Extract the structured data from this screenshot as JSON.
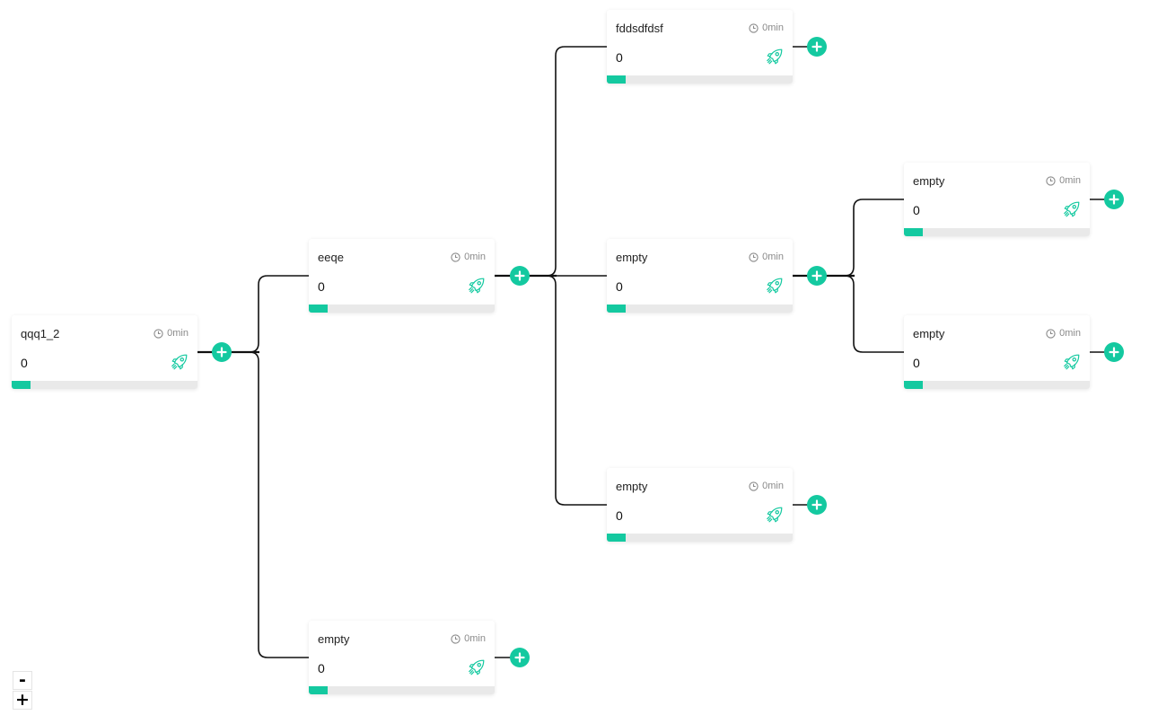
{
  "colors": {
    "accent": "#14c9a0",
    "connector": "#111111",
    "track": "#e9e9e9"
  },
  "icons": {
    "time": "clock-icon",
    "status": "rocket-icon",
    "add": "plus-icon"
  },
  "nodes": [
    {
      "id": "n1",
      "name": "qqq1_2",
      "time": "0min",
      "value": "0",
      "progress": 0.1
    },
    {
      "id": "n2",
      "name": "eeqe",
      "time": "0min",
      "value": "0",
      "progress": 0.1
    },
    {
      "id": "n3",
      "name": "empty",
      "time": "0min",
      "value": "0",
      "progress": 0.1
    },
    {
      "id": "n4",
      "name": "fddsdfdsf",
      "time": "0min",
      "value": "0",
      "progress": 0.1
    },
    {
      "id": "n5",
      "name": "empty",
      "time": "0min",
      "value": "0",
      "progress": 0.1
    },
    {
      "id": "n6",
      "name": "empty",
      "time": "0min",
      "value": "0",
      "progress": 0.1
    },
    {
      "id": "n7",
      "name": "empty",
      "time": "0min",
      "value": "0",
      "progress": 0.1
    },
    {
      "id": "n8",
      "name": "empty",
      "time": "0min",
      "value": "0",
      "progress": 0.1
    }
  ],
  "edges": [
    {
      "from": "n1",
      "to": "n2"
    },
    {
      "from": "n1",
      "to": "n3"
    },
    {
      "from": "n2",
      "to": "n4"
    },
    {
      "from": "n2",
      "to": "n5"
    },
    {
      "from": "n2",
      "to": "n6"
    },
    {
      "from": "n5",
      "to": "n7"
    },
    {
      "from": "n5",
      "to": "n8"
    }
  ],
  "zoom": {
    "out_label": "-",
    "in_label": "+"
  }
}
